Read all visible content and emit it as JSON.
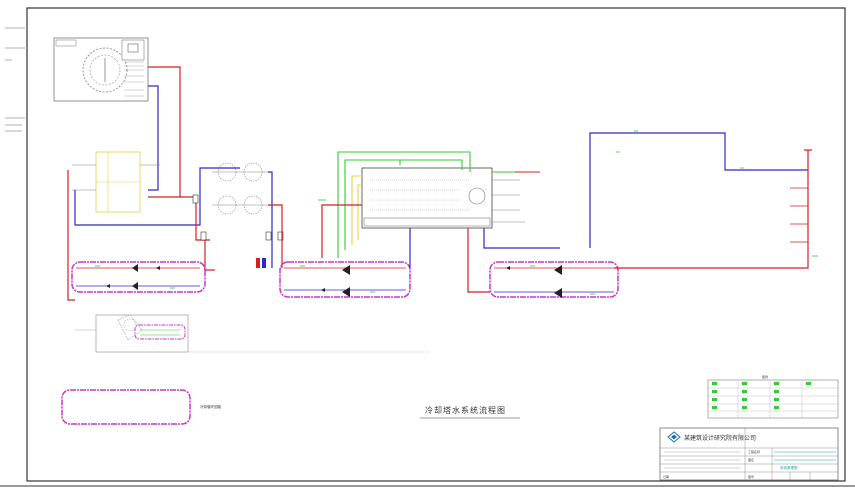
{
  "drawing": {
    "title": "冷却塔水系统流程图",
    "legend_heading": "图例",
    "legend_note": "冷却循环回路",
    "company_name": "某建筑设计研究院有限公司",
    "project_label": "工程名称",
    "drawing_label": "图名",
    "drawing_name": "系统原理图",
    "drawing_no": "图号",
    "date_label": "日期"
  },
  "colors": {
    "supply": "#d42020",
    "return": "#2a2ac8",
    "aux": "#33cc33",
    "loop": "#cc33cc",
    "frame": "#333333",
    "cyan_text": "#1a9fb0"
  }
}
